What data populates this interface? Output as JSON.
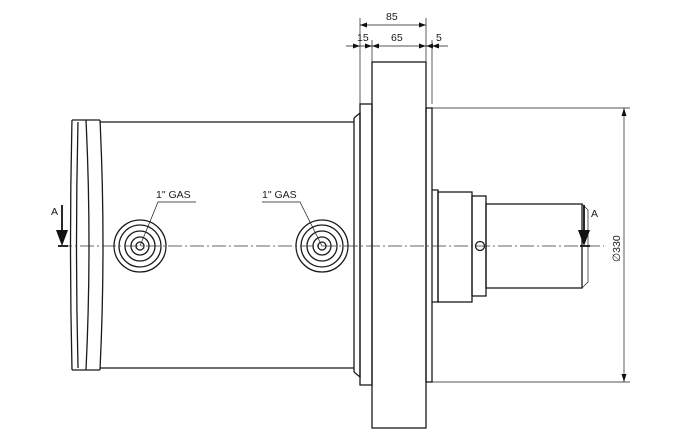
{
  "dimensions": {
    "overall_top": "85",
    "seg_left": "15",
    "seg_mid": "65",
    "seg_right": "5",
    "diameter": "∅330"
  },
  "section": {
    "left_label": "A",
    "right_label": "A"
  },
  "ports": {
    "port1_label": "1\" GAS",
    "port2_label": "1\" GAS"
  }
}
